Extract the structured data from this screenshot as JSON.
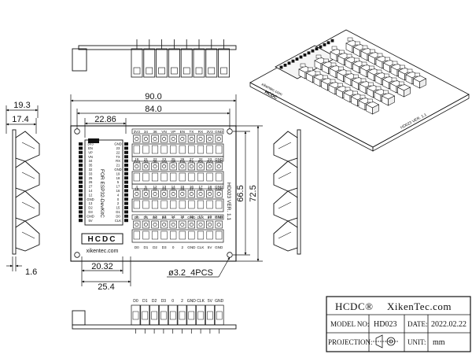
{
  "dimensions": {
    "overall_width": "90.0",
    "hole_spacing_x": "84.0",
    "module_offset": "22.86",
    "side_depth": "19.3",
    "side_depth_inner": "17.4",
    "hole_spacing_y": "66.5",
    "overall_height": "72.5",
    "hole_diameter": "ø3.2_4PCS",
    "pitch_a": "20.32",
    "pitch_b": "25.4",
    "base_thickness": "1.6"
  },
  "board": {
    "model_vertical": "HD023 VER. 1.1",
    "module_vertical": "FOR ESP32-DevKitC",
    "logo": "HCDC",
    "site": "xikentec.com",
    "row1_top": [
      "3V3",
      "34",
      "36",
      "VN",
      "VP",
      "EN",
      "TX",
      "RX",
      "3V3",
      "GND"
    ],
    "row1_bot": [
      "3V3",
      "34",
      "36",
      "VN",
      "VP",
      "EN",
      "TX",
      "RX",
      "3V3",
      "GND"
    ],
    "row2_top": [
      "19",
      "21",
      "22",
      "23",
      "25",
      "26",
      "27",
      "32",
      "33",
      "GND"
    ],
    "row2_bot": [
      "19",
      "21",
      "22",
      "23",
      "25",
      "26",
      "27",
      "32",
      "33",
      "GND"
    ],
    "row3_top": [
      "4",
      "5",
      "12",
      "13",
      "14",
      "15",
      "16",
      "17",
      "18",
      "GND"
    ],
    "row3_bot": [
      "4",
      "5",
      "12",
      "13",
      "14",
      "15",
      "16",
      "17",
      "18",
      "GND"
    ],
    "row4_top": [
      "D0",
      "D1",
      "D2",
      "D3",
      "0",
      "2",
      "GND",
      "CLK",
      "5V",
      "GND"
    ],
    "row4_bot": [
      "D0",
      "D1",
      "D2",
      "D3",
      "0",
      "2",
      "GND",
      "CLK",
      "5V",
      "GND"
    ],
    "left_pins": [
      "3V3",
      "EN",
      "VP",
      "VN",
      "34",
      "35",
      "32",
      "33",
      "25",
      "26",
      "27",
      "14",
      "12",
      "GND",
      "13",
      "D2",
      "D3",
      "CMD",
      "5V"
    ],
    "right_pins": [
      "GND",
      "23",
      "22",
      "TX",
      "RX",
      "21",
      "GND",
      "19",
      "18",
      "5",
      "17",
      "16",
      "4",
      "0",
      "2",
      "15",
      "D1",
      "D0",
      "CLK"
    ]
  },
  "bottom_view_labels": [
    "D0",
    "D1",
    "D2",
    "D3",
    "0",
    "2",
    "GND",
    "CLK",
    "5V",
    "GND"
  ],
  "title_block": {
    "brand": "HCDC®",
    "website": "XikenTec.com",
    "model_label": "MODEL NO:",
    "model_value": "HD023",
    "date_label": "DATE:",
    "date_value": "2022.02.22",
    "projection_label": "PROJECTION:",
    "unit_label": "UNIT:",
    "unit_value": "mm"
  }
}
